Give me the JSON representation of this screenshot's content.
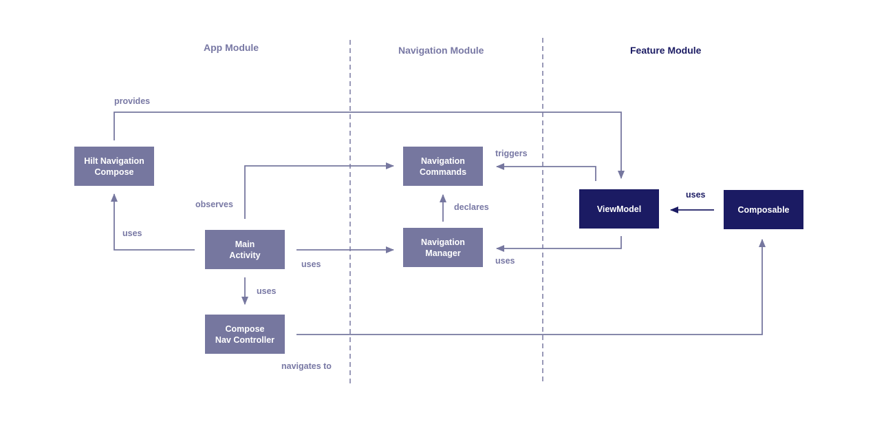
{
  "headings": {
    "app_module": "App Module",
    "navigation_module": "Navigation Module",
    "feature_module": "Feature Module"
  },
  "nodes": {
    "hilt_navigation_compose": {
      "line1": "Hilt Navigation",
      "line2": "Compose"
    },
    "main_activity": {
      "line1": "Main",
      "line2": "Activity"
    },
    "compose_nav_controller": {
      "line1": "Compose",
      "line2": "Nav Controller"
    },
    "navigation_commands": {
      "line1": "Navigation",
      "line2": "Commands"
    },
    "navigation_manager": {
      "line1": "Navigation",
      "line2": "Manager"
    },
    "viewmodel": {
      "line1": "ViewModel"
    },
    "composable": {
      "line1": "Composable"
    }
  },
  "edge_labels": {
    "provides": "provides",
    "observes": "observes",
    "uses_hilt": "uses",
    "uses_manager": "uses",
    "uses_controller": "uses",
    "navigates_to": "navigates to",
    "declares": "declares",
    "triggers": "triggers",
    "uses_viewmodel_manager": "uses",
    "uses_composable_viewmodel": "uses"
  },
  "colors": {
    "primary": "#76779f",
    "dark": "#1b1b63",
    "background": "#ffffff"
  }
}
